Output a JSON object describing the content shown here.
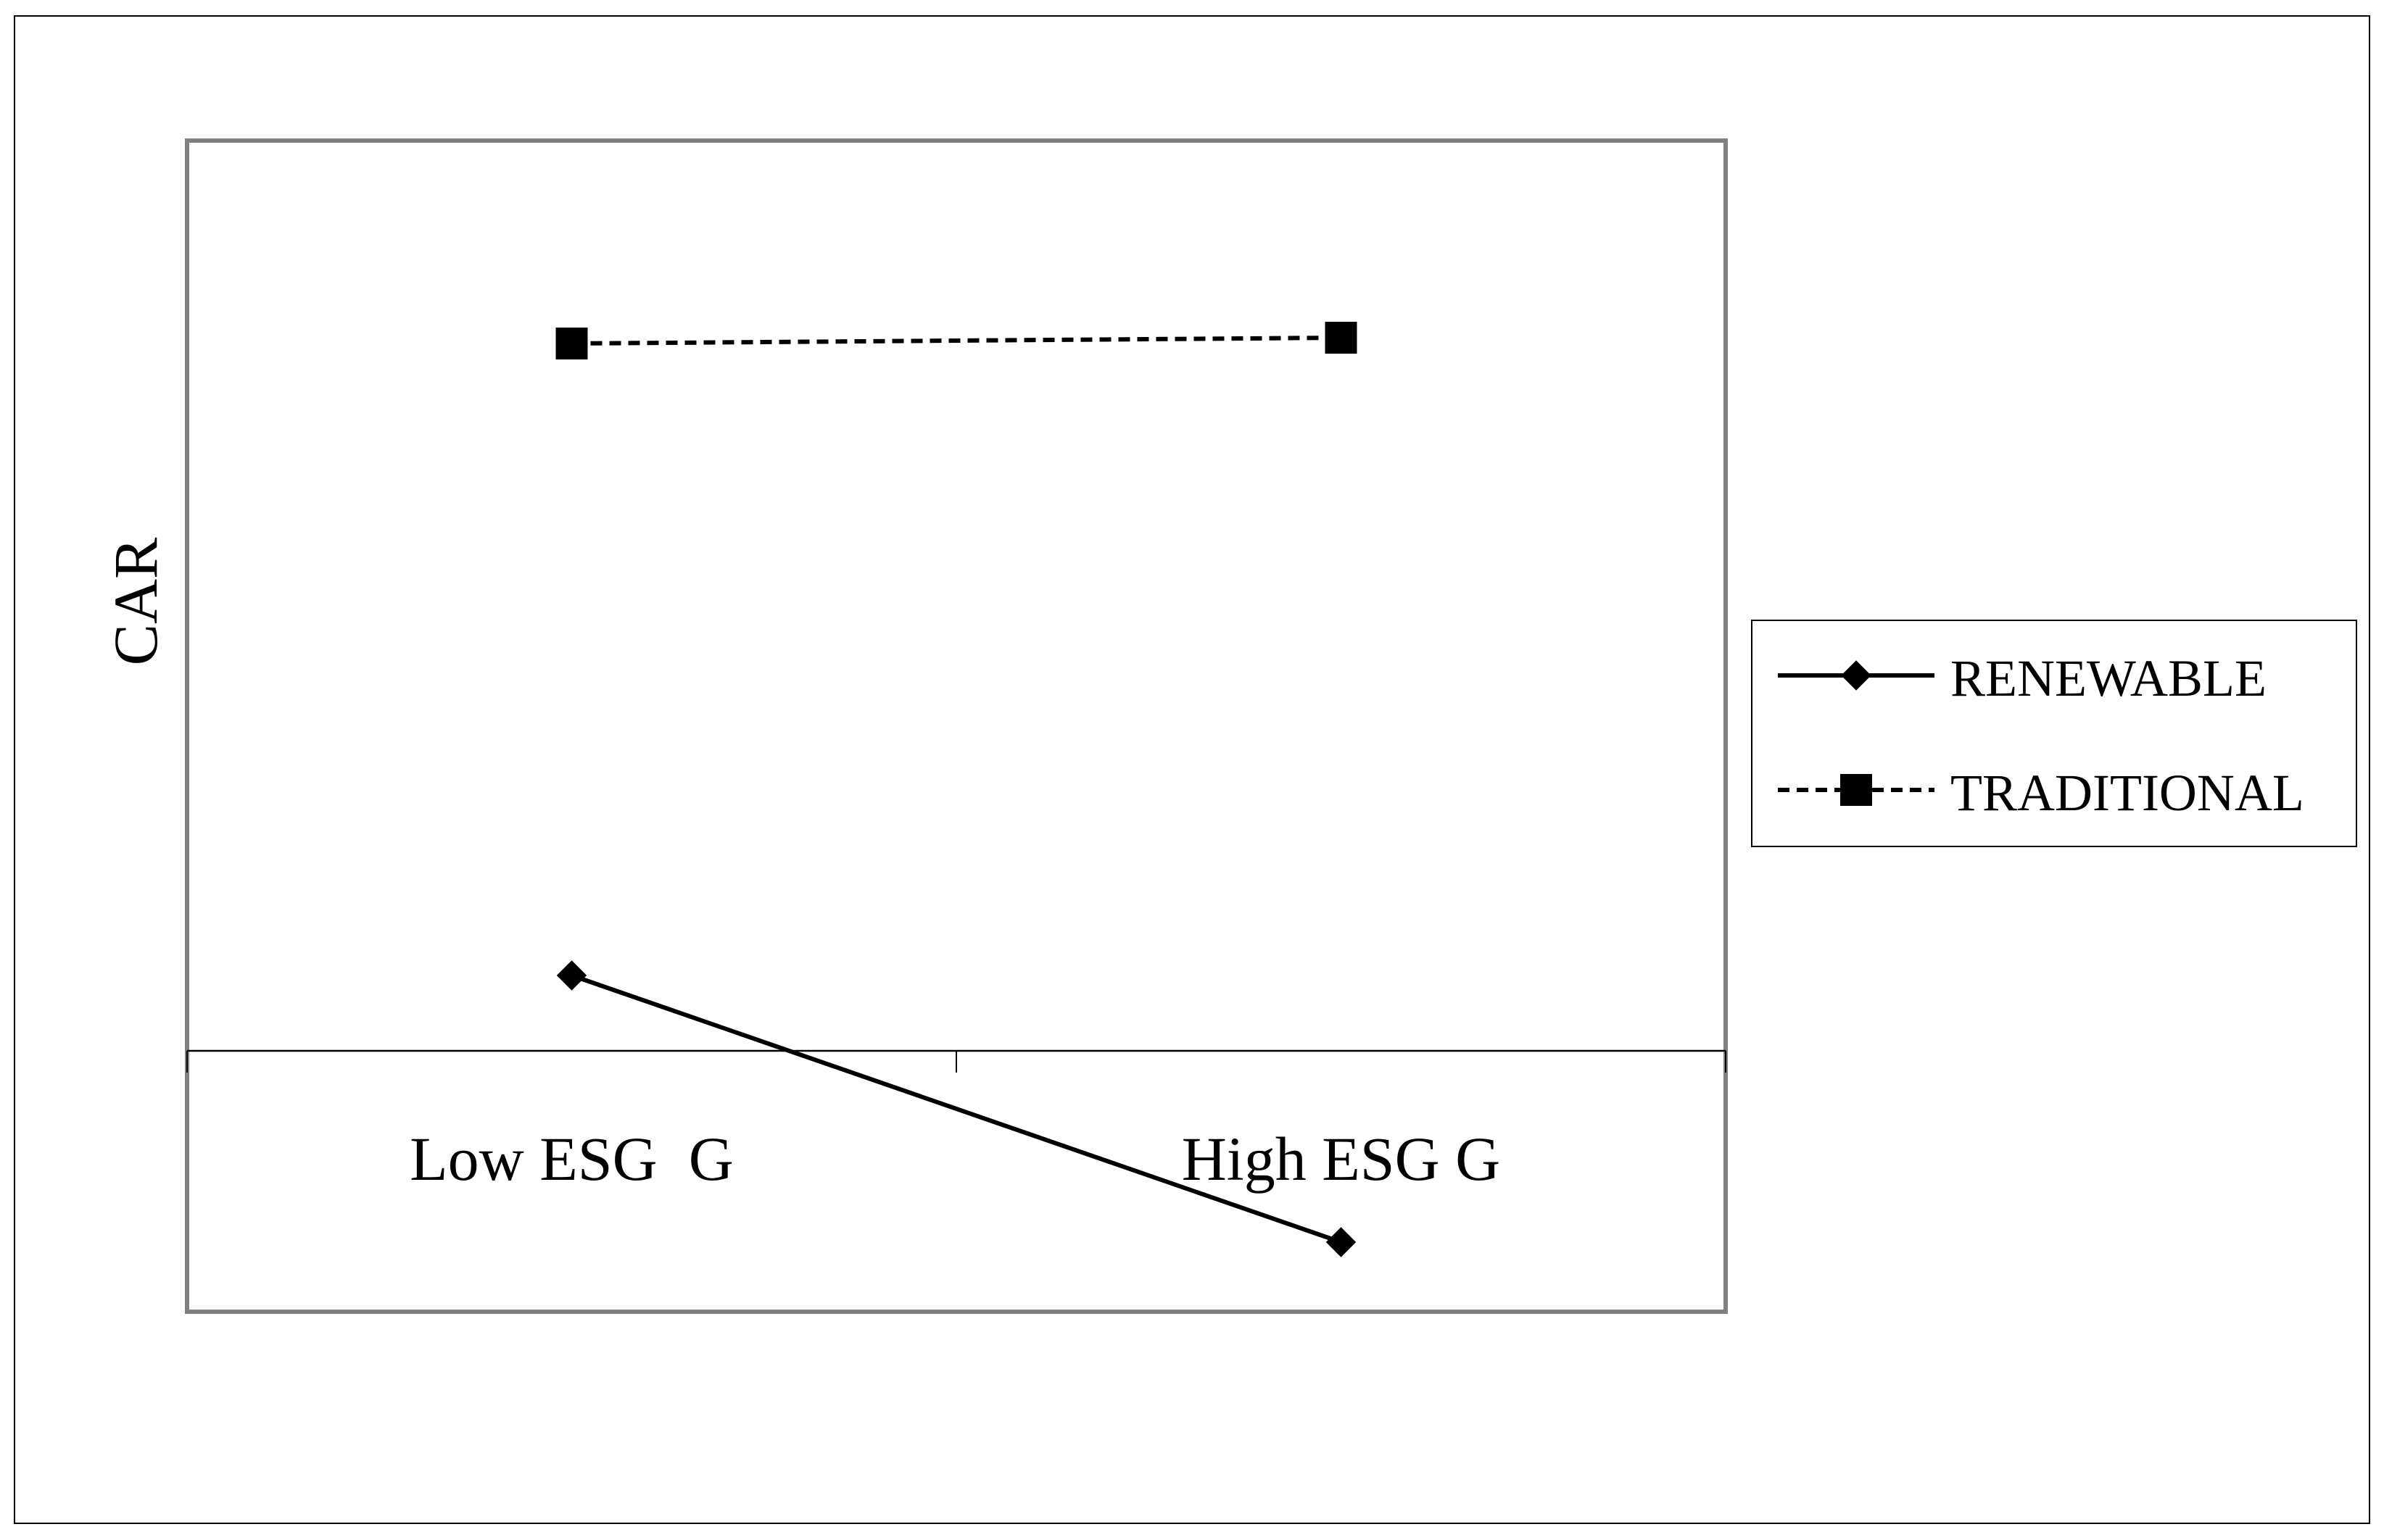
{
  "chart_data": {
    "type": "line",
    "categories": [
      "Low ESG  G",
      "High ESG G"
    ],
    "ylabel": "CAR",
    "xlabel": "",
    "title": "",
    "y_axis_ticks_shown": false,
    "grid": false,
    "legend_position": "right",
    "series": [
      {
        "name": "RENEWABLE",
        "values": [
          0.13,
          -0.33
        ],
        "marker": "diamond",
        "line_style": "solid",
        "color": "#000000"
      },
      {
        "name": "TRADITIONAL",
        "values": [
          1.22,
          1.23
        ],
        "marker": "square",
        "line_style": "dashed",
        "color": "#000000"
      }
    ],
    "ylim": [
      -0.45,
      1.57
    ]
  },
  "colors": {
    "frame": "#808080",
    "axis": "#000000",
    "background": "#ffffff"
  }
}
